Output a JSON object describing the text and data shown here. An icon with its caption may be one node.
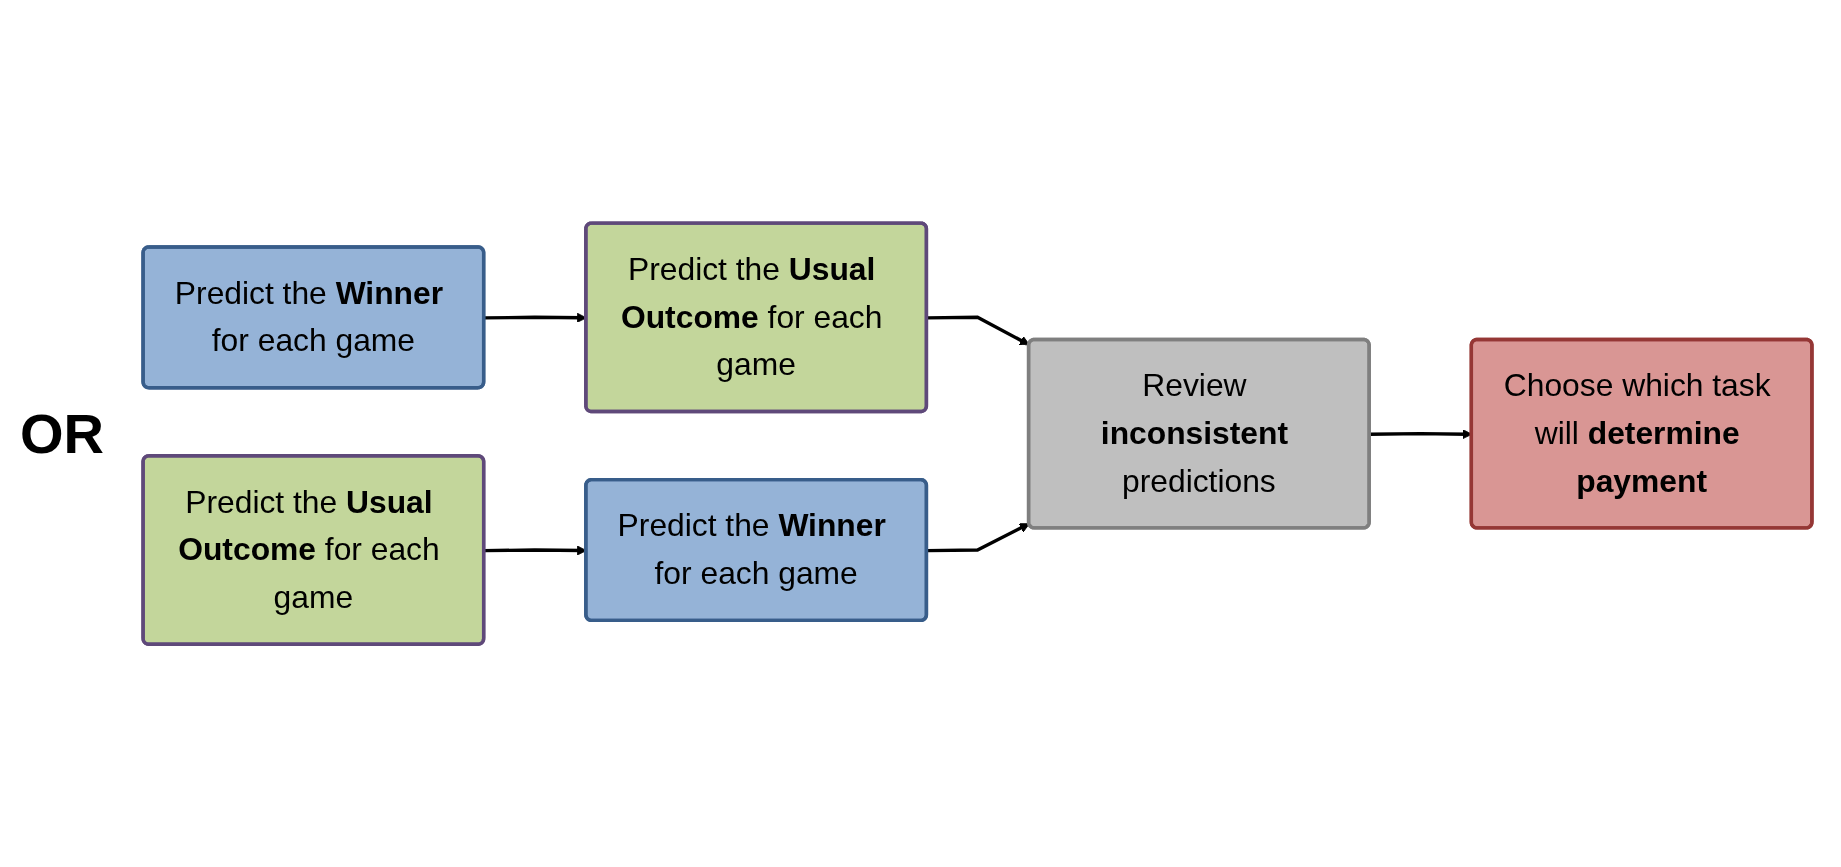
{
  "diagram": {
    "nodes": [
      {
        "text": [
          "Predict the **Winner** for each game"
        ]
      },
      {
        "text": [
          "Predict the **Usual Outcome** for each game"
        ]
      },
      {
        "text": [
          "Predict the **Usual Outcome** for each game"
        ]
      },
      {
        "text": [
          "Predict the **Winner** for each game"
        ]
      },
      {
        "text": [
          "Review **inconsistent** predictions"
        ]
      },
      {
        "text": [
          "Choose which task will **determine payment**"
        ]
      }
    ],
    "edges": [
      {
        "from": 0,
        "to": 1,
        "arrow": "to"
      },
      {
        "from": 2,
        "to": 3,
        "arrow": "to"
      },
      {
        "from": 1,
        "to": 4,
        "arrow": "to"
      },
      {
        "from": 3,
        "to": 4,
        "arrow": "to"
      },
      {
        "from": 4,
        "to": 5,
        "arrow": "to"
      }
    ],
    "labels": [
      "OR"
    ]
  }
}
